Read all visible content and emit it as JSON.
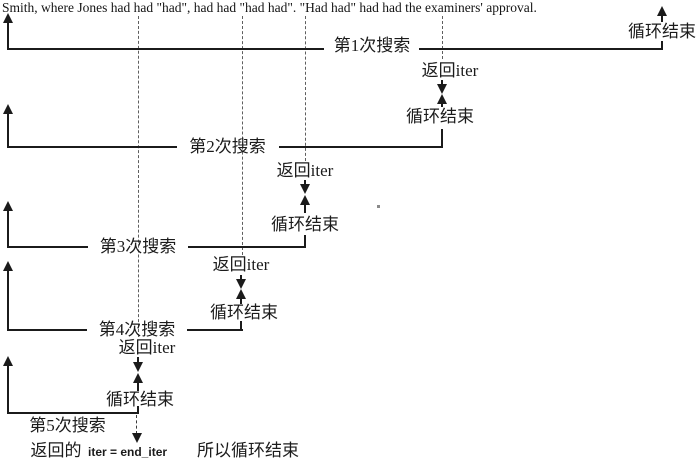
{
  "figure": {
    "sentence": "Smith, where Jones had had \"had\", had had \"had had\". \"Had had\" had had the examiners' approval.",
    "return_iter_label": "返回iter",
    "loop_end_label": "循环结束",
    "searches": [
      "第1次搜索",
      "第2次搜索",
      "第3次搜索",
      "第4次搜索",
      "第5次搜索"
    ],
    "result": {
      "returned": "返回的",
      "iter_equation": "iter = end_iter",
      "conclusion": "所以循环结束"
    },
    "colors": {
      "ink": "#1b1b1b",
      "guide": "#5f5f5f",
      "background": "#ffffff"
    }
  }
}
